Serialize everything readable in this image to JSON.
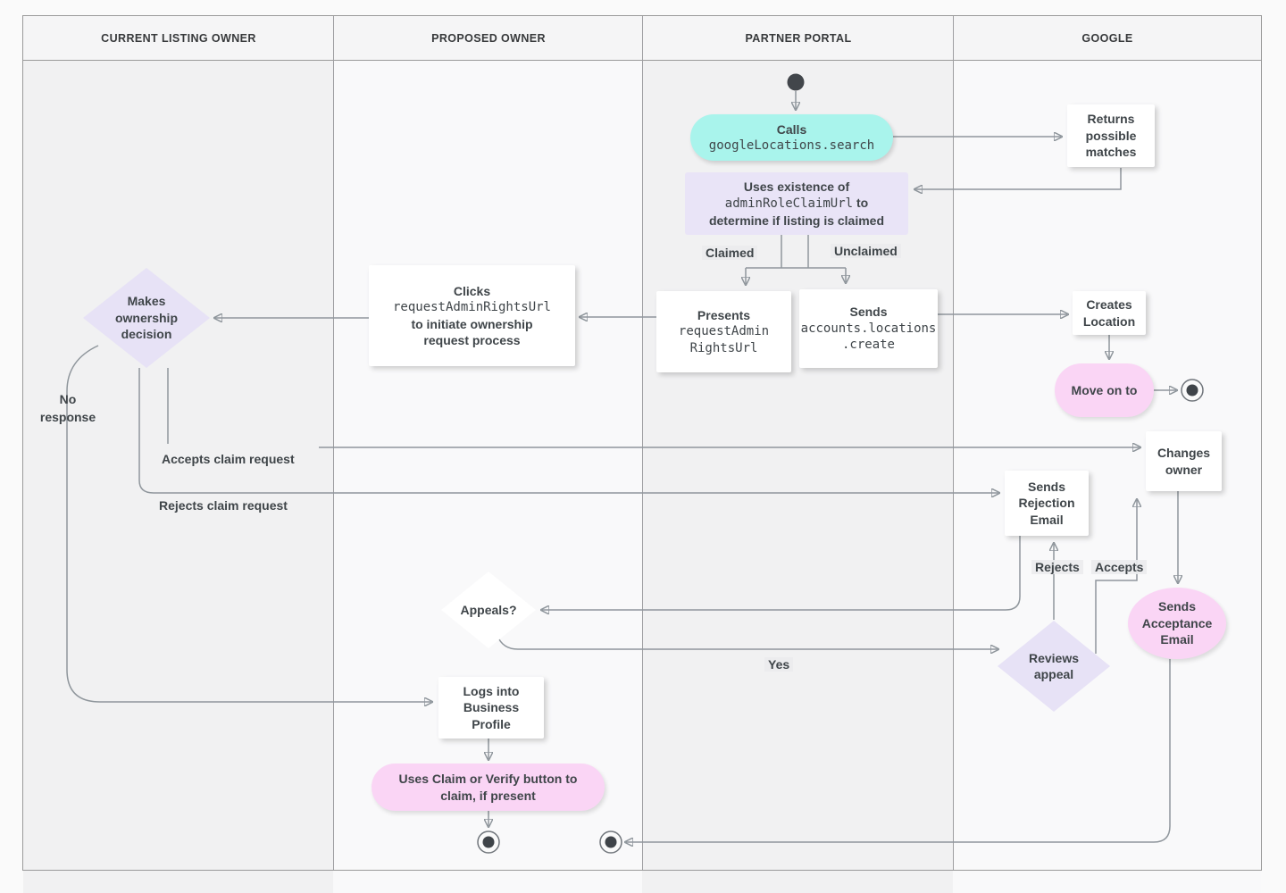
{
  "lanes": [
    {
      "label": "CURRENT LISTING OWNER"
    },
    {
      "label": "PROPOSED OWNER"
    },
    {
      "label": "PARTNER PORTAL"
    },
    {
      "label": "GOOGLE"
    }
  ],
  "nodes": {
    "calls": {
      "title": "Calls",
      "code": "googleLocations.search"
    },
    "returns_matches": {
      "text": "Returns possible matches"
    },
    "uses_existence": {
      "line1": "Uses existence of",
      "code": "adminRoleClaimUrl",
      "line2_suffix": "to",
      "line3": "determine if listing is claimed"
    },
    "presents": {
      "title": "Presents",
      "code_line1": "requestAdmin",
      "code_line2": "RightsUrl"
    },
    "sends_create": {
      "title": "Sends",
      "code_line1": "accounts.locations",
      "code_line2": ".create"
    },
    "clicks": {
      "title": "Clicks",
      "code": "requestAdminRightsUrl",
      "line3": "to initiate ownership",
      "line4": "request process"
    },
    "makes_decision": {
      "text": "Makes ownership decision"
    },
    "creates_location": {
      "text": "Creates Location"
    },
    "move_on": {
      "text": "Move on to"
    },
    "changes_owner": {
      "text": "Changes owner"
    },
    "sends_rejection": {
      "text": "Sends Rejection Email"
    },
    "sends_acceptance": {
      "text": "Sends Acceptance Email"
    },
    "reviews_appeal": {
      "text": "Reviews appeal"
    },
    "appeals": {
      "text": "Appeals?"
    },
    "logs_into": {
      "text": "Logs into Business Profile"
    },
    "uses_claim": {
      "text": "Uses Claim or Verify button to claim, if present"
    }
  },
  "edge_labels": {
    "claimed": "Claimed",
    "unclaimed": "Unclaimed",
    "no_response": "No response",
    "accepts_claim": "Accepts claim request",
    "rejects_claim": "Rejects claim request",
    "rejects": "Rejects",
    "accepts": "Accepts",
    "yes": "Yes"
  },
  "colors": {
    "teal_action": "#a9f4ec",
    "lavender_decision": "#e7e2f6",
    "pink_outcome": "#fad5f5",
    "node_white": "#ffffff",
    "edge_gray": "#8f969c",
    "text": "#3f4549"
  }
}
